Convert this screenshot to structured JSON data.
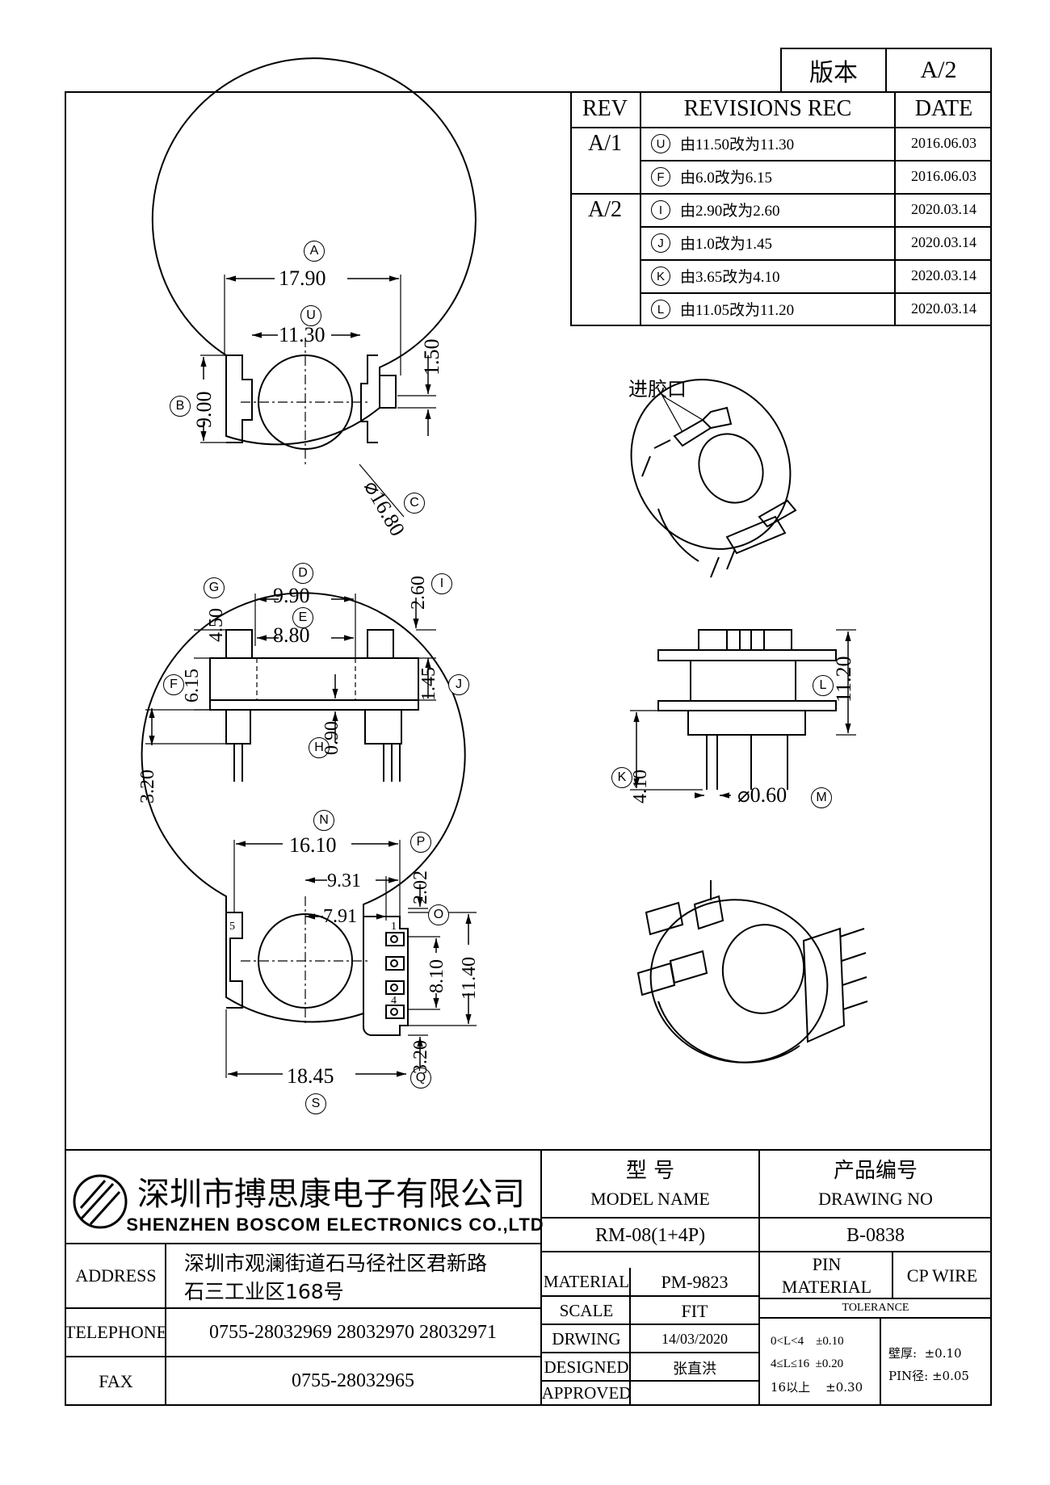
{
  "version_box": {
    "label": "版本",
    "value": "A/2"
  },
  "revisions": {
    "headers": {
      "rev": "REV",
      "rec": "REVISIONS REC",
      "date": "DATE"
    },
    "rows": [
      {
        "rev": "A/1",
        "mark": "U",
        "text": "由11.50改为11.30",
        "date": "2016.06.03"
      },
      {
        "rev": "",
        "mark": "F",
        "text": "由6.0改为6.15",
        "date": "2016.06.03"
      },
      {
        "rev": "A/2",
        "mark": "I",
        "text": "由2.90改为2.60",
        "date": "2020.03.14"
      },
      {
        "rev": "",
        "mark": "J",
        "text": "由1.0改为1.45",
        "date": "2020.03.14"
      },
      {
        "rev": "",
        "mark": "K",
        "text": "由3.65改为4.10",
        "date": "2020.03.14"
      },
      {
        "rev": "",
        "mark": "L",
        "text": "由11.05改为11.20",
        "date": "2020.03.14"
      }
    ]
  },
  "top_view": {
    "A": {
      "mark": "A",
      "value": "17.90"
    },
    "U": {
      "mark": "U",
      "value": "11.30"
    },
    "B": {
      "mark": "B",
      "value": "9.00"
    },
    "C": {
      "mark": "C",
      "value": "⌀16.80"
    },
    "slot": {
      "value": "1.50"
    }
  },
  "side_view": {
    "D": {
      "mark": "D",
      "value": "9.90"
    },
    "E": {
      "mark": "E",
      "value": "8.80"
    },
    "G": {
      "mark": "G",
      "value": "4.50"
    },
    "I": {
      "mark": "I",
      "value": "2.60"
    },
    "F": {
      "mark": "F",
      "value": "6.15"
    },
    "J": {
      "mark": "J",
      "value": "1.45"
    },
    "H": {
      "mark": "H",
      "value": "0.90"
    },
    "pin": {
      "value": "3.20"
    }
  },
  "front_view": {
    "L": {
      "mark": "L",
      "value": "11.20"
    },
    "K": {
      "mark": "K",
      "value": "4.10"
    },
    "M": {
      "mark": "M",
      "value": "⌀0.60"
    }
  },
  "bottom_view": {
    "N": {
      "mark": "N",
      "value": "16.10"
    },
    "P": {
      "mark": "P",
      "value": "2.02"
    },
    "w931": {
      "value": "9.31"
    },
    "w791": {
      "value": "7.91"
    },
    "O": {
      "mark": "O",
      "value": "11.40"
    },
    "h810": {
      "value": "8.10"
    },
    "Q": {
      "mark": "Q",
      "value": "3.20"
    },
    "S": {
      "mark": "S",
      "value": "18.45"
    },
    "pin5": "5",
    "pin4": "4",
    "pin1": "1"
  },
  "iso_label": "进胶口",
  "title_block": {
    "company_cn": "深圳市搏思康电子有限公司",
    "company_en": "SHENZHEN BOSCOM ELECTRONICS CO.,LTD",
    "address_label": "ADDRESS",
    "address_line1": "深圳市观澜街道石马径社区君新路",
    "address_line2": "石三工业区168号",
    "telephone_label": "TELEPHONE",
    "telephone": "0755-28032969 28032970 28032971",
    "fax_label": "FAX",
    "fax": "0755-28032965",
    "model_cn": "型    号",
    "model_en": "MODEL NAME",
    "model_value": "RM-08(1+4P)",
    "drawing_cn": "产品编号",
    "drawing_en": "DRAWING NO",
    "drawing_value": "B-0838",
    "material_label": "MATERIAL",
    "material_value": "PM-9823",
    "pin_material_label1": "PIN",
    "pin_material_label2": "MATERIAL",
    "pin_material_value": "CP WIRE",
    "scale_label": "SCALE",
    "scale_value": "FIT",
    "tolerance_label": "TOLERANCE",
    "drwing_label": "DRWING",
    "drwing_value": "14/03/2020",
    "designed_label": "DESIGNED",
    "designed_value": "张直洪",
    "approved_label": "APPROVED",
    "tol_1": "0<L<4    ±0.10",
    "tol_2": "4≤L≤16  ±0.20",
    "tol_3": "16以上    ±0.30",
    "wall": "壁厚:  ±0.10",
    "pin_dia": "PIN径: ±0.05"
  }
}
